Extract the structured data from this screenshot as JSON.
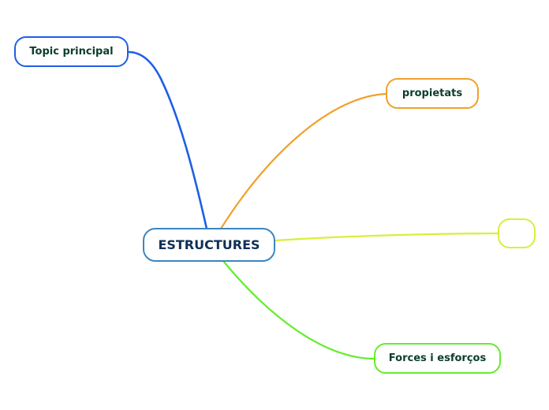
{
  "map": {
    "central": {
      "label": "ESTRUCTURES",
      "color": "#3a86c2"
    },
    "topics": [
      {
        "key": "topic",
        "label": "Topic principal",
        "color": "#1f5fe6"
      },
      {
        "key": "prop",
        "label": "propietats",
        "color": "#f0a12a"
      },
      {
        "key": "empty",
        "label": "",
        "color": "#d9ee3a"
      },
      {
        "key": "forces",
        "label": "Forces i esforços",
        "color": "#62ee2a"
      }
    ]
  }
}
